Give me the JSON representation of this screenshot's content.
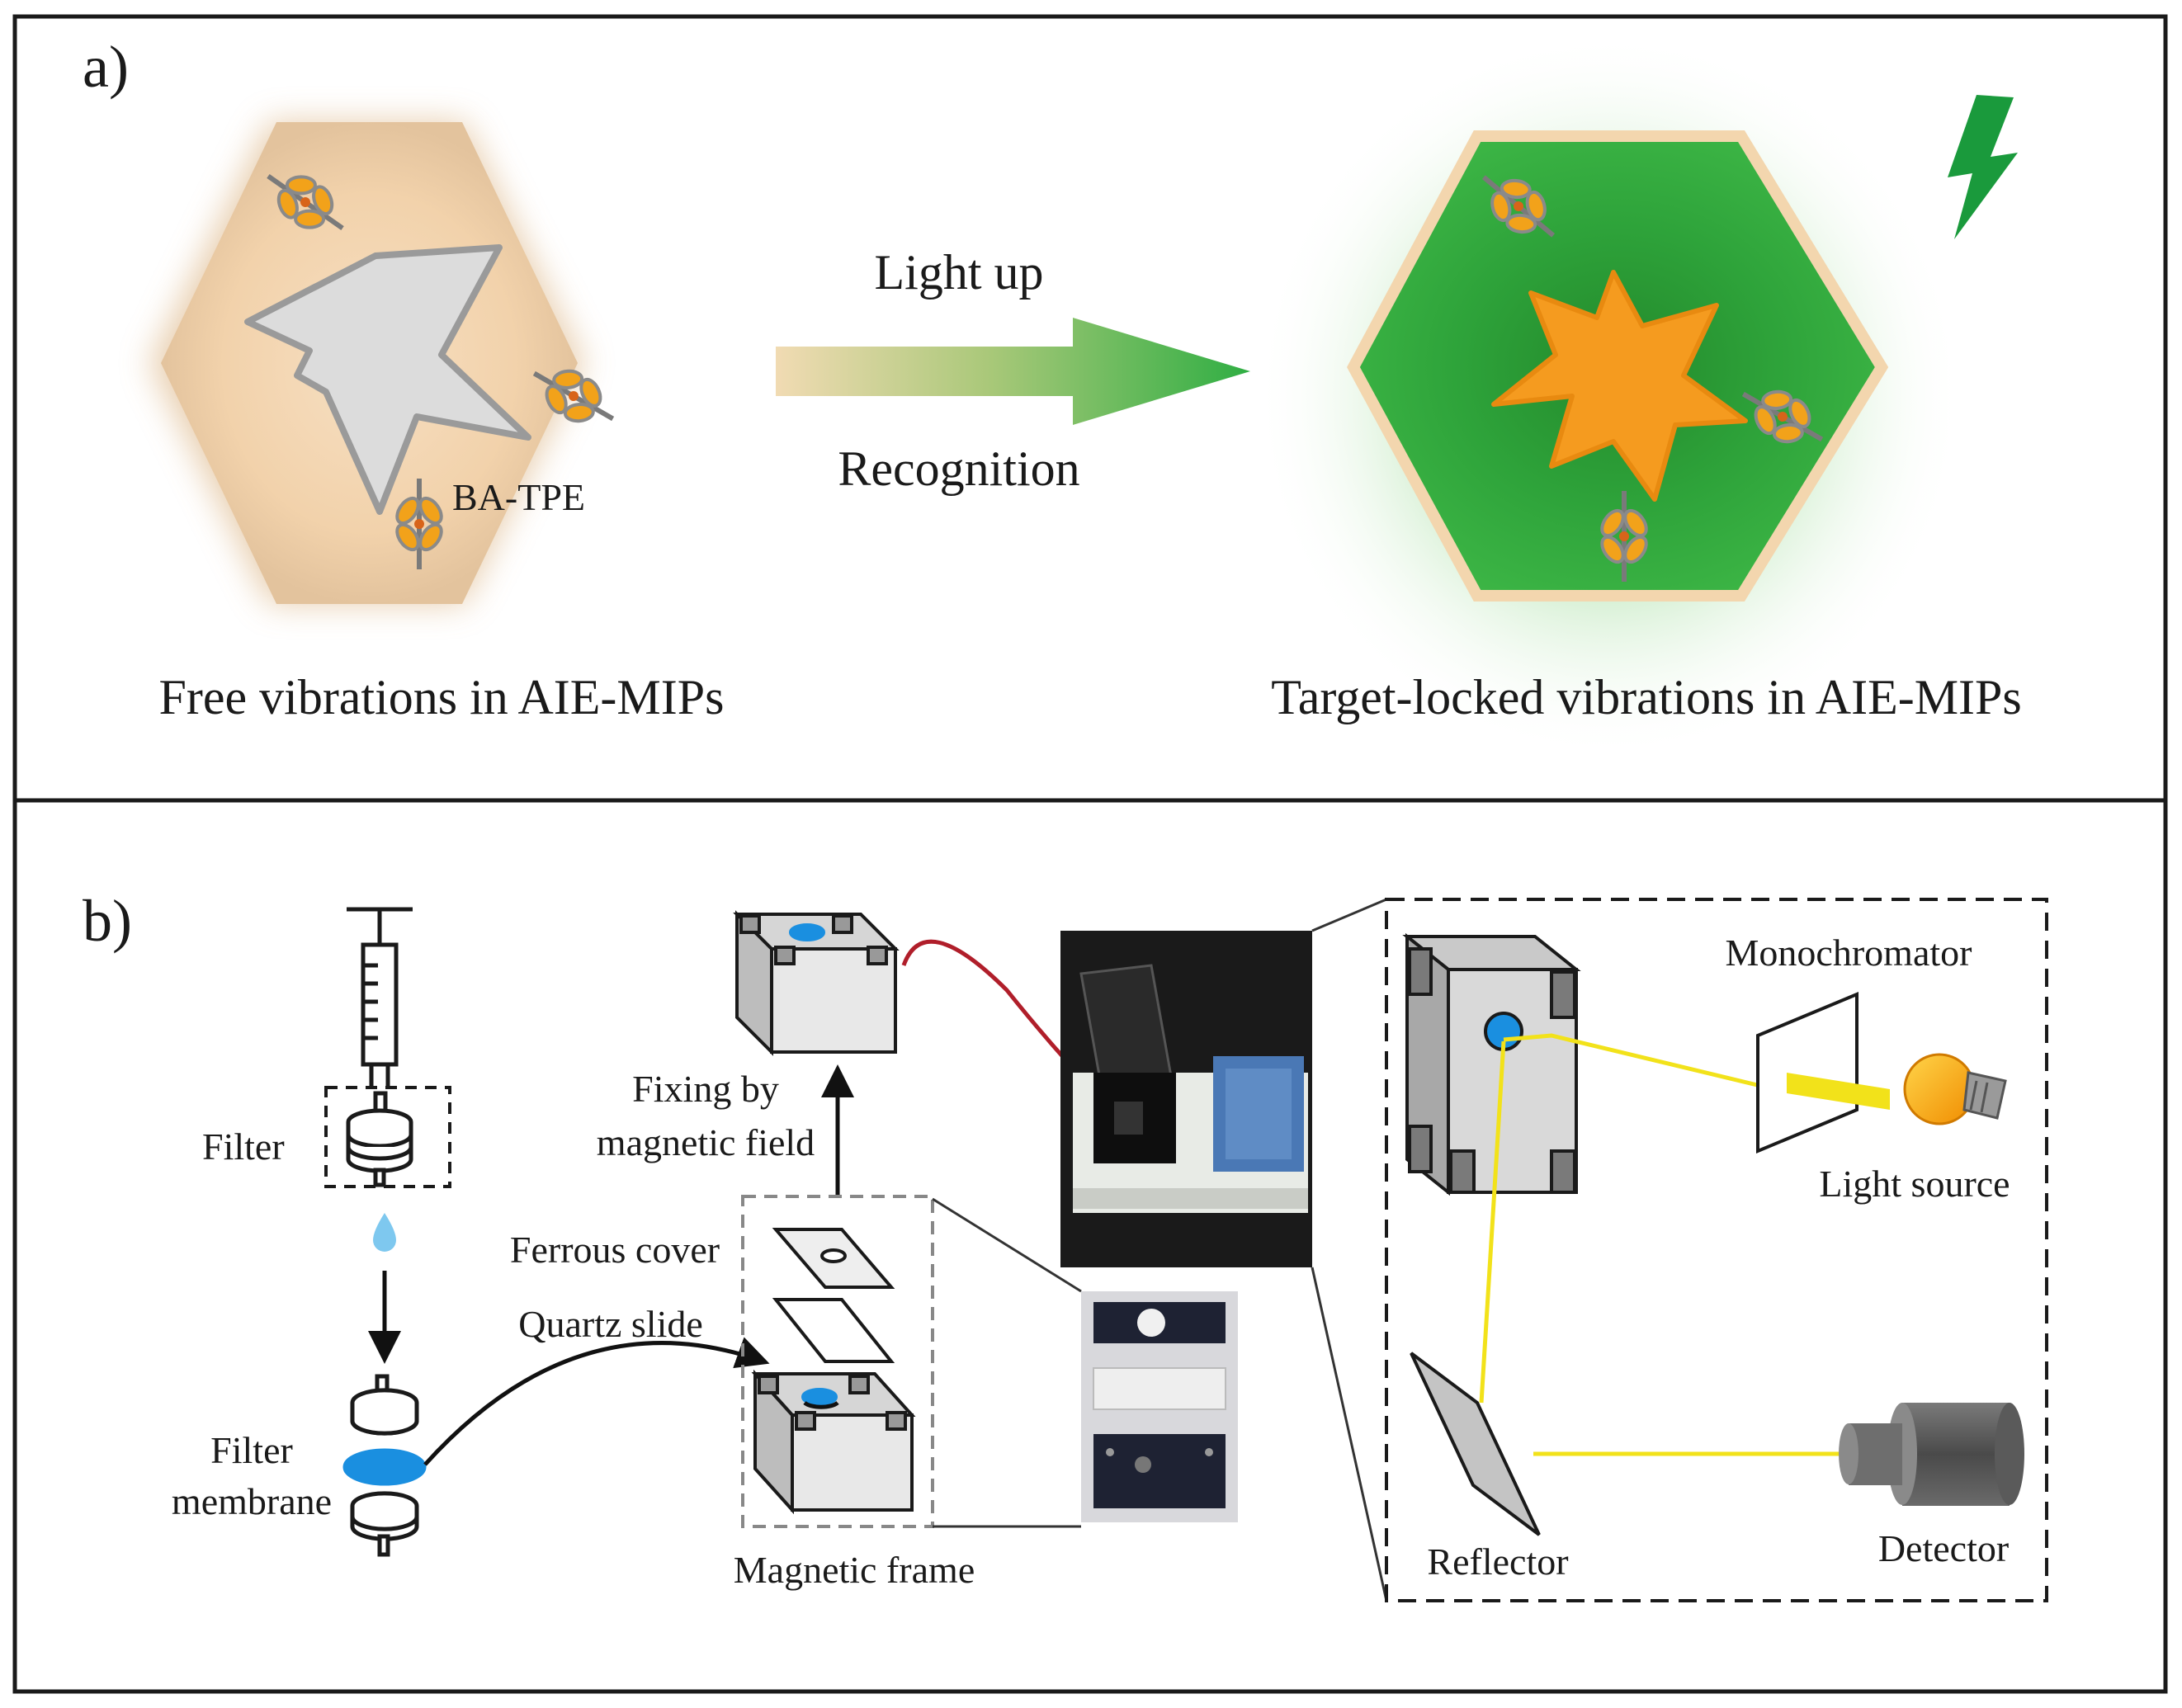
{
  "panel_a": {
    "label": "a)",
    "left_caption": "Free vibrations in AIE-MIPs",
    "right_caption": "Target-locked vibrations in AIE-MIPs",
    "molecule_label": "BA-TPE",
    "arrow_top_label": "Light up",
    "arrow_bottom_label": "Recognition",
    "colors": {
      "hexagon_beige": "#f3d3ad",
      "hexagon_border": "#f6dcb8",
      "hexagon_green": "#2fa537",
      "star_gray": "#dcdcdc",
      "star_orange": "#f59b1f",
      "lightning": "#1a9a3c",
      "arrow_start": "#f1d6ab",
      "arrow_end": "#36b044"
    }
  },
  "panel_b": {
    "label": "b)",
    "filter_label": "Filter",
    "filter_membrane_label_line1": "Filter",
    "filter_membrane_label_line2": "membrane",
    "fixing_label_line1": "Fixing by",
    "fixing_label_line2": "magnetic field",
    "ferrous_cover_label": "Ferrous cover",
    "quartz_slide_label": "Quartz slide",
    "magnetic_frame_label": "Magnetic frame",
    "monochromator_label": "Monochromator",
    "light_source_label": "Light source",
    "reflector_label": "Reflector",
    "detector_label": "Detector",
    "colors": {
      "membrane_blue": "#1a8fe0",
      "beam_yellow": "#f2e21a",
      "curve_red": "#b01e2a",
      "frame_gray": "#cfcfcf"
    }
  }
}
